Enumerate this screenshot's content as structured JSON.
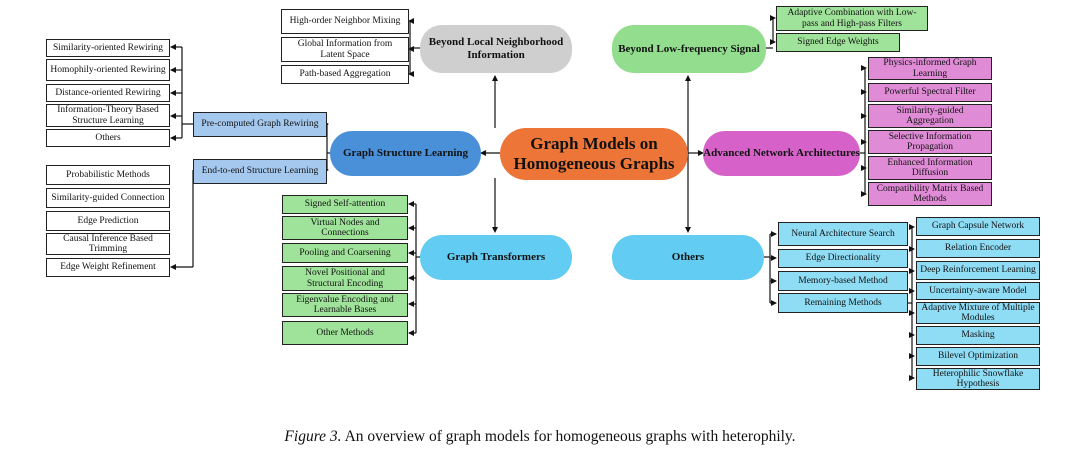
{
  "center": "Graph Models on Homogeneous Graphs",
  "branches": {
    "beyond_local": "Beyond Local Neighborhood Information",
    "beyond_lowfreq": "Beyond Low-frequency Signal",
    "structure_learning": "Graph Structure Learning",
    "advanced_arch": "Advanced Network Architectures",
    "transformers": "Graph Transformers",
    "others": "Others"
  },
  "beyond_local_items": [
    "High-order Neighbor Mixing",
    "Global Information from Latent Space",
    "Path-based Aggregation"
  ],
  "beyond_lowfreq_items": [
    "Adaptive Combination with Low-pass and High-pass Filters",
    "Signed Edge Weights"
  ],
  "structure_learning_subs": [
    "Pre-computed Graph Rewiring",
    "End-to-end Structure Learning"
  ],
  "precomputed_items": [
    "Similarity-oriented Rewiring",
    "Homophily-oriented Rewiring",
    "Distance-oriented Rewiring",
    "Information-Theory Based Structure Learning",
    "Others"
  ],
  "endtoend_items": [
    "Probabilistic Methods",
    "Similarity-guided Connection",
    "Edge Prediction",
    "Causal Inference Based Trimming",
    "Edge Weight Refinement"
  ],
  "advanced_items": [
    "Physics-informed Graph Learning",
    "Powerful Spectral Filter",
    "Similarity-guided Aggregation",
    "Selective Information Propagation",
    "Enhanced Information Diffusion",
    "Compatibility Matrix Based Methods"
  ],
  "transformer_items": [
    "Signed Self-attention",
    "Virtual Nodes and Connections",
    "Pooling and Coarsening",
    "Novel Positional and Structural Encoding",
    "Eigenvalue Encoding and Learnable Bases",
    "Other Methods"
  ],
  "others_items": [
    "Neural Architecture Search",
    "Edge Directionality",
    "Memory-based Method",
    "Remaining Methods"
  ],
  "remaining_items": [
    "Graph Capsule Network",
    "Relation Encoder",
    "Deep Reinforcement Learning",
    "Uncertainty-aware Model",
    "Adaptive Mixture of Multiple Modules",
    "Masking",
    "Bilevel Optimization",
    "Heterophilic Snowflake Hypothesis"
  ],
  "caption": {
    "label": "Figure 3.",
    "text": "An overview of graph models for homogeneous graphs with heterophily."
  },
  "colors": {
    "center": "#ec7537",
    "gray": "#cfcfcf",
    "green": "#93de8e",
    "blue": "#4a90d9",
    "pink": "#d662c9",
    "cyan": "#63ccf2"
  }
}
